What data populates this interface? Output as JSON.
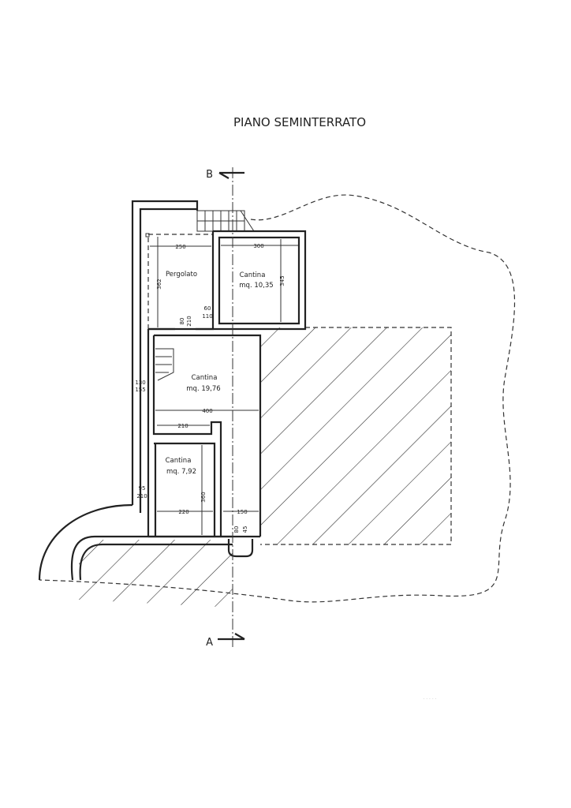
{
  "title": "PIANO SEMINTERRATO",
  "section_marks": {
    "top": "B",
    "bottom": "A"
  },
  "rooms": [
    {
      "name": "Pergolato",
      "area": ""
    },
    {
      "name": "Cantina",
      "area": "mq. 10,35"
    },
    {
      "name": "Cantina",
      "area": "mq. 19,76"
    },
    {
      "name": "Cantina",
      "area": "mq. 7,92"
    }
  ],
  "dimensions": {
    "pergolato_width": "250",
    "pergolato_height": "362",
    "cantina1_width": "300",
    "cantina1_height": "345",
    "door1_width": "60",
    "door1_height": "110",
    "door2_width": "80",
    "door2_height": "210",
    "window_width": "130",
    "window_height": "155",
    "cantina2_width": "400",
    "cantina2_inner": "210",
    "cantina3_width": "220",
    "cantina3_height": "360",
    "door3_width": "95",
    "door3_height": "210",
    "corridor_width": "150",
    "door4_width": "80",
    "door4_height": "45"
  },
  "footer_note": "· · ·  · ·"
}
